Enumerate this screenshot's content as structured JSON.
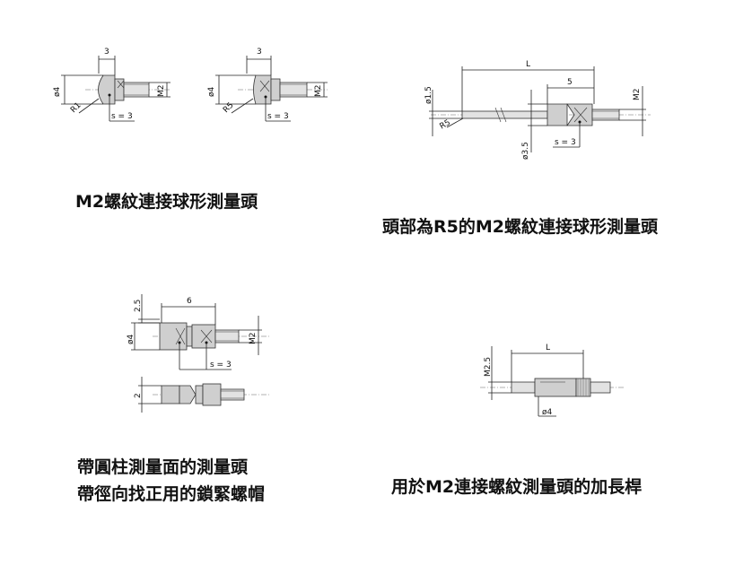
{
  "colors": {
    "background": "#ffffff",
    "text": "#111111",
    "part_fill": "#cfcfcf"
  },
  "panels": [
    {
      "caption": [
        "M2螺紋連接球形測量頭"
      ],
      "dims": {
        "a_len": "3",
        "a_dia": "ø4",
        "a_rad": "R1",
        "a_s": "s = 3",
        "a_thread": "M2",
        "b_len": "3",
        "b_dia": "ø4",
        "b_rad": "R5",
        "b_s": "s = 3",
        "b_thread": "M2"
      }
    },
    {
      "caption": [
        "頭部為R5的M2螺紋連接球形測量頭"
      ],
      "dims": {
        "L": "L",
        "len5": "5",
        "dia15": "ø1.5",
        "rad": "R5",
        "dia35": "ø3.5",
        "s": "s = 3",
        "thread": "M2"
      }
    },
    {
      "caption": [
        "帶圓柱測量面的測量頭",
        "帶徑向找正用的鎖緊螺帽"
      ],
      "dims": {
        "h25": "2.5",
        "len6": "6",
        "dia4": "ø4",
        "s": "s = 3",
        "thread": "M2",
        "h2": "2"
      }
    },
    {
      "caption": [
        "用於M2連接螺紋測量頭的加長桿"
      ],
      "dims": {
        "L": "L",
        "thread": "M2.5",
        "dia4": "ø4"
      }
    }
  ]
}
